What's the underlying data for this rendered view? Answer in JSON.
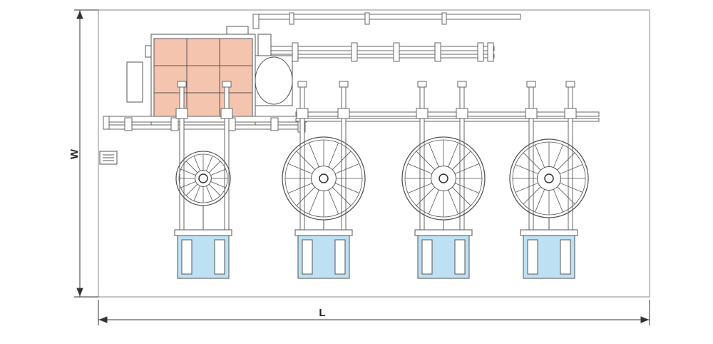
{
  "dimensions": {
    "width_label": "W",
    "length_label": "L"
  },
  "colors": {
    "line": "#444444",
    "frame": "#8a8a8a",
    "panel_fill": "#f5c4ae",
    "motor_fill": "#bde0f3",
    "background": "#ffffff"
  },
  "equipment": {
    "main_cabinet": "peach-panel-cabinet",
    "reel_stations": [
      {
        "id": "station-1",
        "reel": "small-reel"
      },
      {
        "id": "station-2",
        "reel": "large-reel"
      },
      {
        "id": "station-3",
        "reel": "large-reel"
      },
      {
        "id": "station-4",
        "reel": "large-reel"
      }
    ]
  }
}
